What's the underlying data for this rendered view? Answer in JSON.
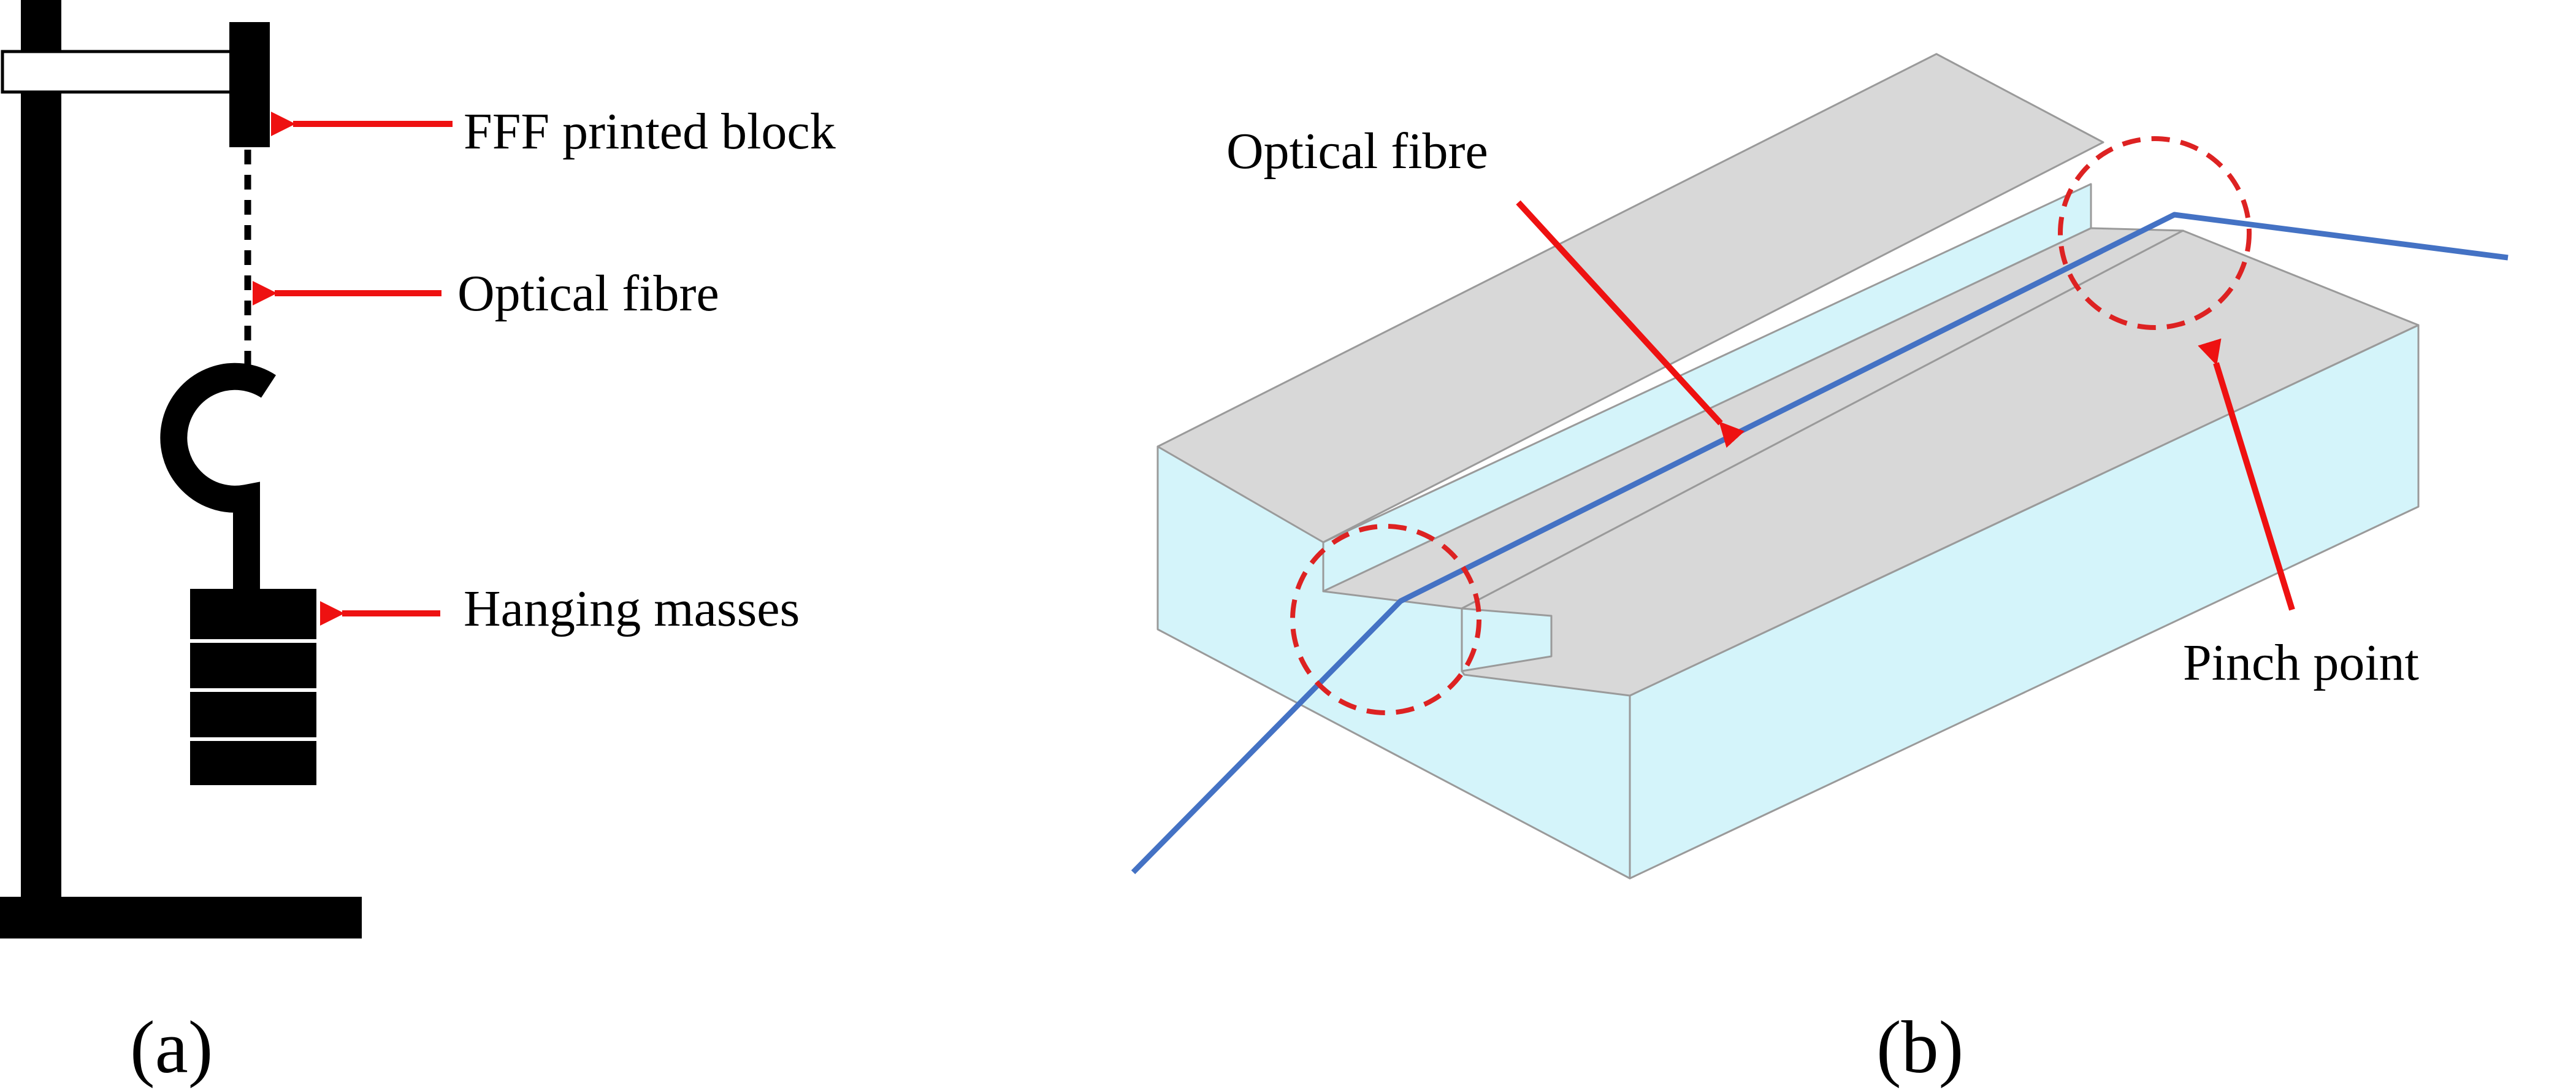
{
  "panel_a": {
    "caption": "(a)",
    "labels": {
      "block": "FFF printed block",
      "fibre": "Optical fibre",
      "masses": "Hanging masses"
    }
  },
  "panel_b": {
    "caption": "(b)",
    "labels": {
      "fibre": "Optical fibre",
      "pinch": "Pinch point"
    }
  },
  "colors": {
    "structure": "#000000",
    "arrow": "#ee1111",
    "fibre": "#4472c4",
    "block_top": "#d8d8d8",
    "block_side": "#d4f4fa",
    "block_edge": "#9a9a9a",
    "pinch_circle": "#dd2222"
  }
}
